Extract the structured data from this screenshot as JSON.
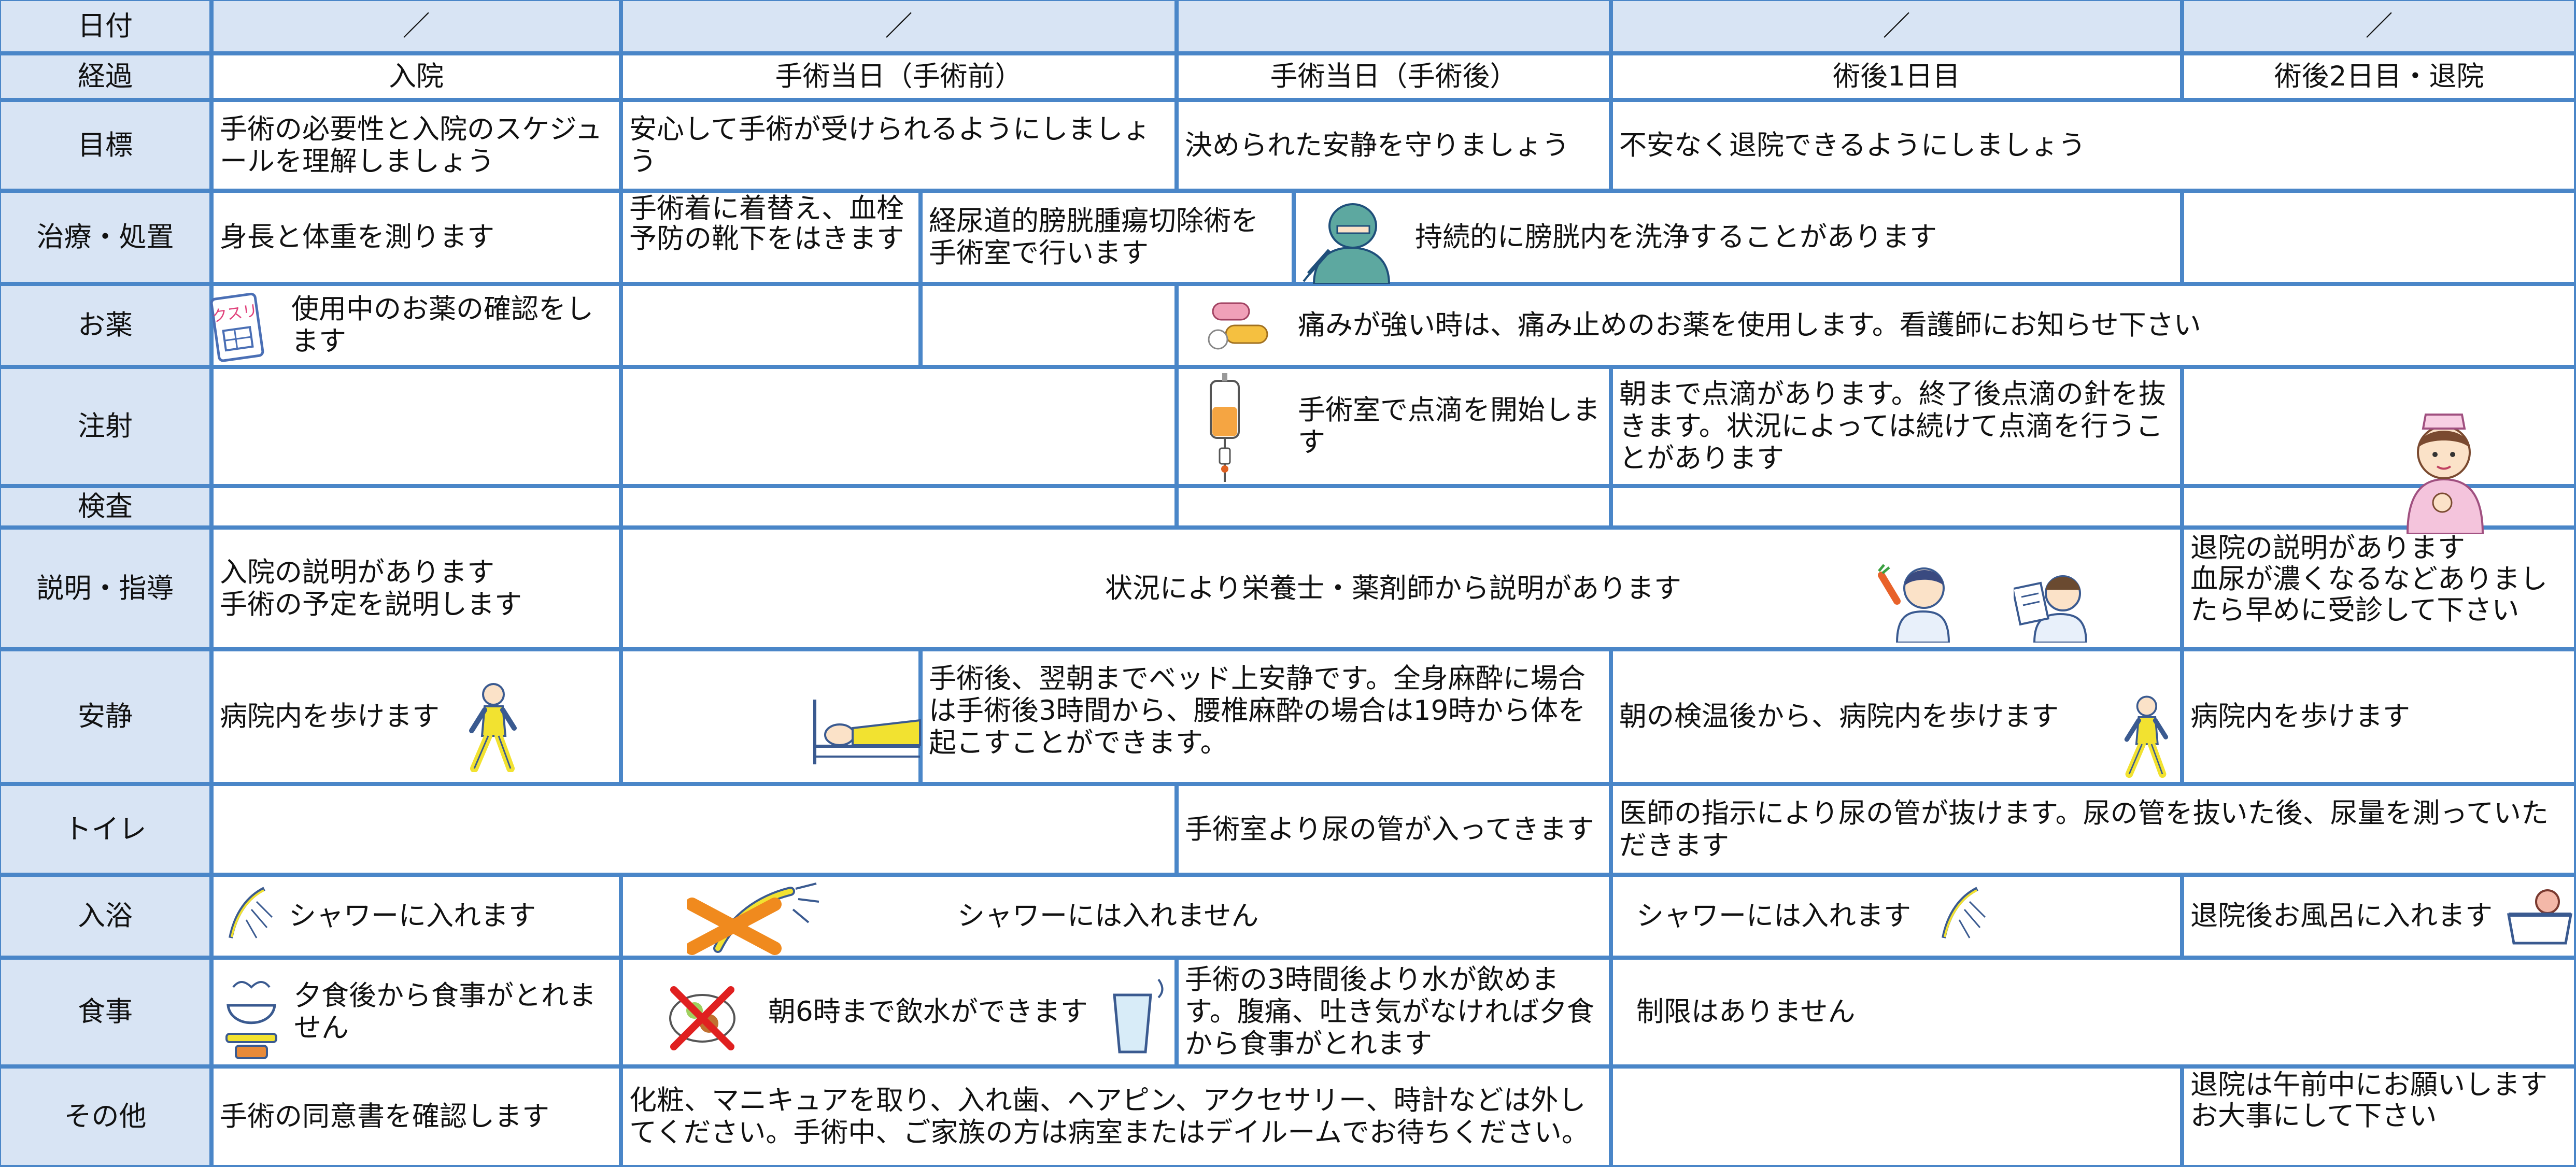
{
  "row_labels": [
    "日付",
    "経過",
    "目標",
    "治療・処置",
    "お薬",
    "注射",
    "検査",
    "説明・指導",
    "安静",
    "トイレ",
    "入浴",
    "食事",
    "その他"
  ],
  "dates": [
    "／",
    "／",
    "",
    "／",
    "／"
  ],
  "stages": [
    "入院",
    "手術当日（手術前）",
    "手術当日（手術後）",
    "術後1日目",
    "術後2日目・退院"
  ],
  "goal": {
    "admit": "手術の必要性と入院のスケジュールを理解しましょう",
    "preop": "安心して手術が受けられるようにしましょう",
    "postop": "決められた安静を守りましょう",
    "day1": "不安なく退院できるようにしましょう"
  },
  "treatment": {
    "admit": "身長と体重を測ります",
    "preop": "手術着に着替え、血栓予防の靴下をはきます",
    "surgery": "経尿道的膀胱腫瘍切除術を手術室で行います",
    "irrigation": "持続的に膀胱内を洗浄することがあります"
  },
  "medicine": {
    "admit": "使用中のお薬の確認をします",
    "pain": "痛みが強い時は、痛み止めのお薬を使用します。看護師にお知らせ下さい",
    "label_on_icon": "クスリ"
  },
  "injection": {
    "postop": "手術室で点滴を開始します",
    "day1": "朝まで点滴があります。終了後点滴の針を抜きます。状況によっては続けて点滴を行うことがあります"
  },
  "explanation": {
    "admit": "入院の説明があります\n手術の予定を説明します",
    "middle": "状況により栄養士・薬剤師から説明があります",
    "discharge": "退院の説明があります\n血尿が濃くなるなどありましたら早めに受診して下さい"
  },
  "rest": {
    "admit": "病院内を歩けます",
    "postop": "手術後、翌朝までベッド上安静です。全身麻酔に場合は手術後3時間から、腰椎麻酔の場合は19時から体を起こすことができます。",
    "day1": "朝の検温後から、病院内を歩けます",
    "discharge": "病院内を歩けます"
  },
  "toilet": {
    "postop": "手術室より尿の管が入ってきます",
    "day1": "医師の指示により尿の管が抜けます。尿の管を抜いた後、尿量を測っていただきます"
  },
  "bath": {
    "admit": "シャワーに入れます",
    "no_shower": "シャワーには入れません",
    "day1": "シャワーには入れます",
    "discharge": "退院後お風呂に入れます"
  },
  "meal": {
    "admit": "夕食後から食事がとれません",
    "preop": "朝6時まで飲水ができます",
    "postop": "手術の3時間後より水が飲めます。腹痛、吐き気がなければ夕食から食事がとれます",
    "day1": "制限はありません"
  },
  "other": {
    "admit": "手術の同意書を確認します",
    "preop": "化粧、マニキュアを取り、入れ歯、ヘアピン、アクセサリー、時計などは外してください。手術中、ご家族の方は病室またはデイルームでお待ちください。",
    "discharge": "退院は午前中にお願いします\nお大事にして下さい"
  },
  "colors": {
    "border": "#4a86c8",
    "header_bg": "#d8e4f4",
    "figure_yellow": "#f2e230",
    "orange": "#f08a1e"
  },
  "icons": [
    "medicine-notebook-icon",
    "surgeon-icon",
    "pills-icon",
    "iv-drip-icon",
    "nurse-icon",
    "dietitian-icon",
    "pharmacist-icon",
    "walking-person-icon",
    "bed-rest-icon",
    "shower-icon",
    "no-shower-icon",
    "bathtub-icon",
    "meal-bowl-icon",
    "no-food-icon",
    "water-glass-icon"
  ]
}
